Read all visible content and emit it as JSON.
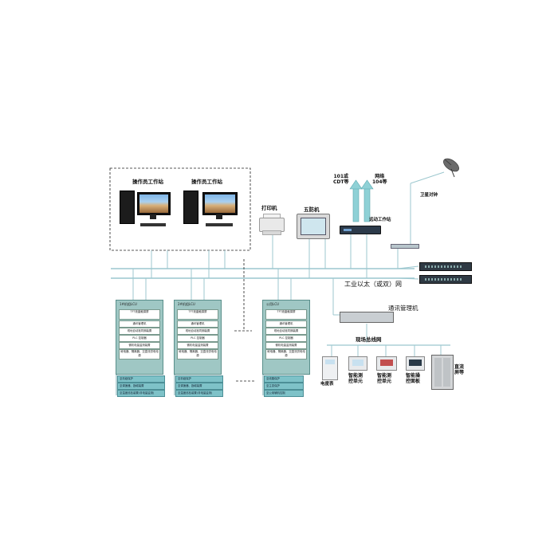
{
  "workstations": {
    "ws1": "操作员工作站",
    "ws2": "操作员工作站"
  },
  "devices": {
    "printer": "打印机",
    "five_defense": "五防机",
    "telecontrol": "远动工作站",
    "satellite_clock": "卫星对钟",
    "comm_manager": "通讯管理机"
  },
  "protocols": {
    "left": [
      "101或",
      "CDT等"
    ],
    "right": [
      "网络",
      "104等"
    ]
  },
  "networks": {
    "ethernet": "工业以太（或双）网",
    "fieldbus": "现场总线网"
  },
  "field_devices": {
    "meter": "电度表",
    "ctrl1": [
      "智能测",
      "控单元"
    ],
    "ctrl2": [
      "智能测",
      "控单元"
    ],
    "ctrl3": [
      "智能操",
      "控面板"
    ],
    "dc": [
      "直流",
      "屏等"
    ]
  },
  "cabinets": [
    {
      "title": "1#机组LCU",
      "modules": [
        "TFT液晶触摸屏",
        "通讯管理机",
        "现地自动准同期装置",
        "PLC 控制器",
        "微机电量监测装置",
        "继电器、隔离器、交直流供电电源"
      ],
      "strips": [
        "至机组保护",
        "至调速器、励磁装置",
        "至温度巡检装置(非电量监测)"
      ]
    },
    {
      "title": "2#机组LCU",
      "modules": [
        "TFT液晶触摸屏",
        "通讯管理机",
        "现地自动准同期装置",
        "PLC 控制器",
        "微机电量监测装置",
        "继电器、隔离器、交直流供电电源"
      ],
      "strips": [
        "至机组保护",
        "至调速器、励磁装置",
        "至温度巡检装置(非电量监测)"
      ]
    },
    {
      "title": "公用LCU",
      "modules": [
        "TFT液晶触摸屏",
        "通讯管理机",
        "现地自动准同期装置",
        "PLC 控制器",
        "微机电量监测装置",
        "继电器、隔离器、交直流供电电源"
      ],
      "strips": [
        "至线路保护",
        "至主变保护",
        "至公用辅机控制"
      ]
    }
  ],
  "colors": {
    "bus": "#9cc7cf",
    "cabinet": "#9fc7c4",
    "arrow": "#8fd1d6"
  }
}
